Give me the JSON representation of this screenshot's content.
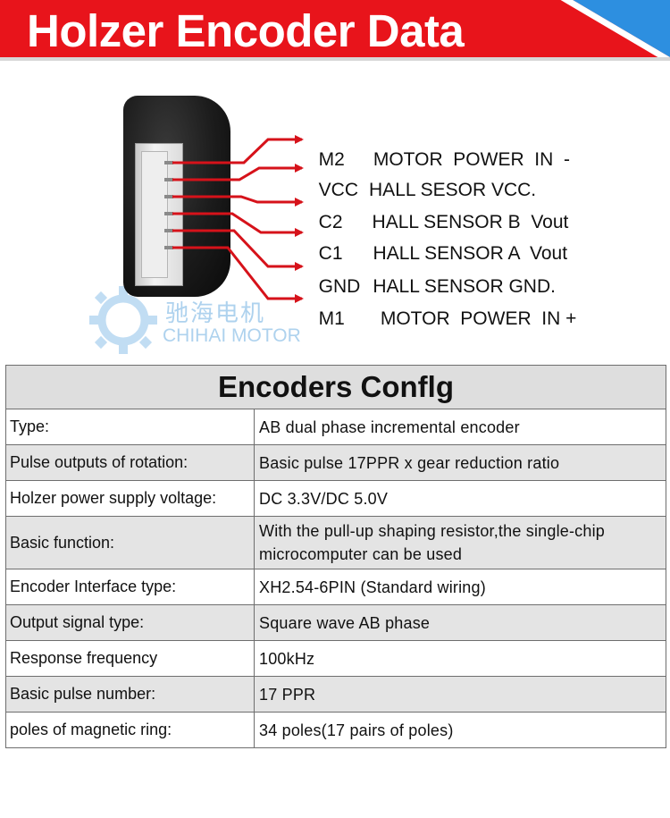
{
  "header": {
    "title": "Holzer Encoder Data",
    "colors": {
      "banner": "#e8141b",
      "accent": "#2d8fe0",
      "text": "#ffffff"
    }
  },
  "pins": [
    {
      "name": "M2",
      "desc": "MOTOR  POWER  IN  -"
    },
    {
      "name": "VCC",
      "desc": "HALL SESOR VCC."
    },
    {
      "name": "C2",
      "desc": "HALL SENSOR B  Vout"
    },
    {
      "name": "C1",
      "desc": "HALL SENSOR A  Vout"
    },
    {
      "name": "GND",
      "desc": "HALL SENSOR GND."
    },
    {
      "name": "M1",
      "desc": "MOTOR  POWER  IN +"
    }
  ],
  "wire_color": "#d6121a",
  "watermark": {
    "cn": "驰海电机",
    "en": "CHIHAI MOTOR",
    "icon": "gear-icon"
  },
  "config": {
    "title": "Encoders Conflg",
    "rows": [
      {
        "label": "Type:",
        "value": "AB dual phase incremental encoder"
      },
      {
        "label": "Pulse outputs of rotation:",
        "value": "Basic pulse 17PPR x gear reduction ratio"
      },
      {
        "label": "Holzer power supply voltage:",
        "value": "DC 3.3V/DC 5.0V"
      },
      {
        "label": "Basic function:",
        "value": "With the pull-up shaping resistor,the single-chip microcomputer can be used"
      },
      {
        "label": "Encoder Interface type:",
        "value": "XH2.54-6PIN (Standard  wiring)"
      },
      {
        "label": "Output signal type:",
        "value": "Square wave AB phase"
      },
      {
        "label": "Response frequency",
        "value": "100kHz"
      },
      {
        "label": "Basic pulse number:",
        "value": "17 PPR"
      },
      {
        "label": "poles of magnetic ring:",
        "value": "34 poles(17 pairs of poles)"
      }
    ]
  }
}
